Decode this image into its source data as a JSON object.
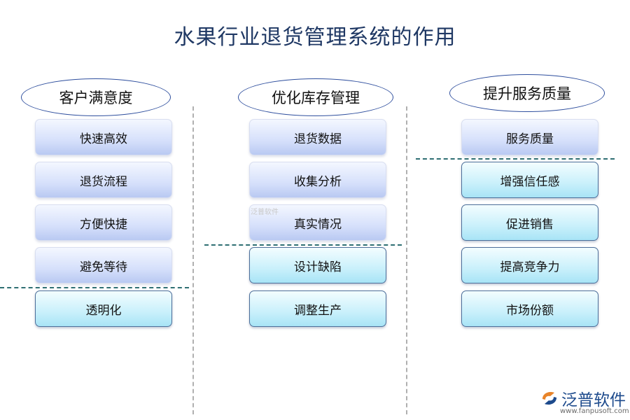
{
  "title": "水果行业退货管理系统的作用",
  "columns": [
    {
      "heading": "客户满意度",
      "items": [
        "快速高效",
        "退货流程",
        "方便快捷",
        "避免等待",
        "透明化"
      ]
    },
    {
      "heading": "优化库存管理",
      "items": [
        "退货数据",
        "收集分析",
        "真实情况",
        "设计缺陷",
        "调整生产"
      ]
    },
    {
      "heading": "提升服务质量",
      "items": [
        "服务质量",
        "增强信任感",
        "促进销售",
        "提高竞争力",
        "市场份额"
      ]
    }
  ],
  "watermark": "泛普软件",
  "logo": {
    "name": "泛普软件",
    "url": "www.fanpusoft.com",
    "icon": "fanpu-logo-icon"
  },
  "colors": {
    "title": "#1f3864",
    "oval_border": "#2f4f9e",
    "divider": "#2f6f73"
  }
}
